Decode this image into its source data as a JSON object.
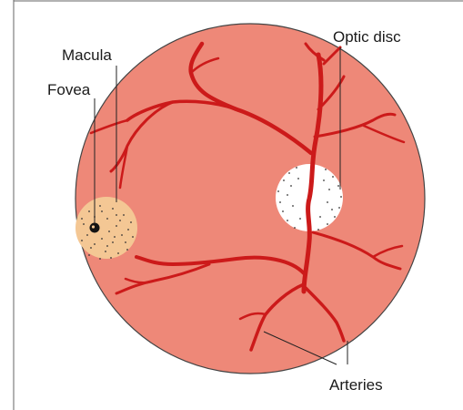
{
  "labels": {
    "macula": "Macula",
    "fovea": "Fovea",
    "optic_disc": "Optic disc",
    "arteries": "Arteries"
  },
  "colors": {
    "retina_fill": "#ee8878",
    "vessel": "#cc1a1a",
    "macula_fill": "#f4c794",
    "optic_disc_fill": "#ffffff",
    "outline": "#444444",
    "leader_line": "#222222"
  }
}
